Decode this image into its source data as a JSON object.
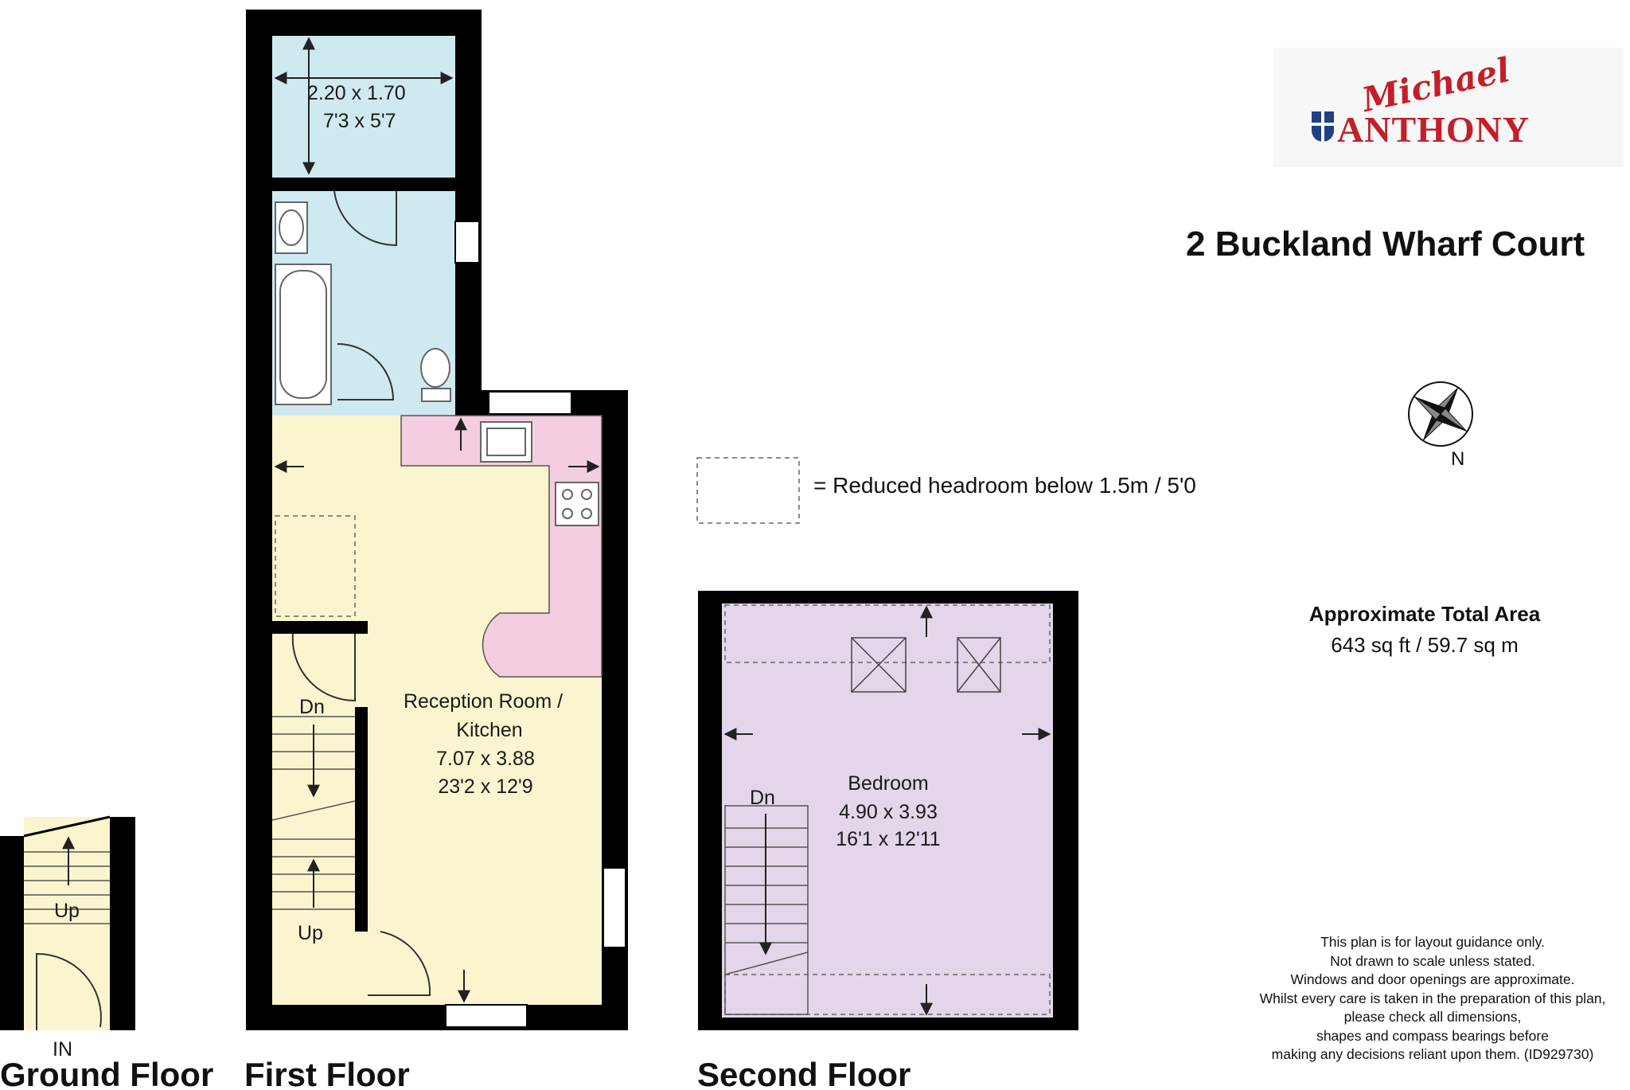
{
  "title": "2 Buckland Wharf Court",
  "logo": {
    "script": "Michael",
    "brand": "ANTHONY"
  },
  "legend": {
    "text": "= Reduced headroom below 1.5m / 5'0"
  },
  "area": {
    "title": "Approximate Total Area",
    "value": "643 sq ft / 59.7 sq m"
  },
  "compass": {
    "label": "N"
  },
  "disclaimer": [
    "This plan is for layout guidance only.",
    "Not drawn to scale unless stated.",
    "Windows and door openings are approximate.",
    "Whilst every care is taken in the preparation of this plan,",
    "please check all dimensions,",
    "shapes and compass bearings before",
    "making any decisions reliant upon them. (ID929730)"
  ],
  "floors": {
    "ground": {
      "label": "Ground Floor",
      "stair": "Up",
      "entrance": "IN"
    },
    "first": {
      "label": "First Floor",
      "bathroom": {
        "metric": "2.20 x 1.70",
        "imperial": "7'3 x 5'7"
      },
      "reception": {
        "name_line1": "Reception Room /",
        "name_line2": "Kitchen",
        "metric": "7.07 x 3.88",
        "imperial": "23'2 x 12'9"
      },
      "stair_down": "Dn",
      "stair_up": "Up"
    },
    "second": {
      "label": "Second Floor",
      "bedroom": {
        "name": "Bedroom",
        "metric": "4.90 x 3.93",
        "imperial": "16'1 x 12'11"
      },
      "stair_down": "Dn"
    }
  },
  "colors": {
    "wall": "#000000",
    "bathroom": "#cfe9f1",
    "kitchen": "#f5cde0",
    "reception": "#fbf5cf",
    "bedroom": "#e3d6ea",
    "ground": "#fbf5cf"
  }
}
